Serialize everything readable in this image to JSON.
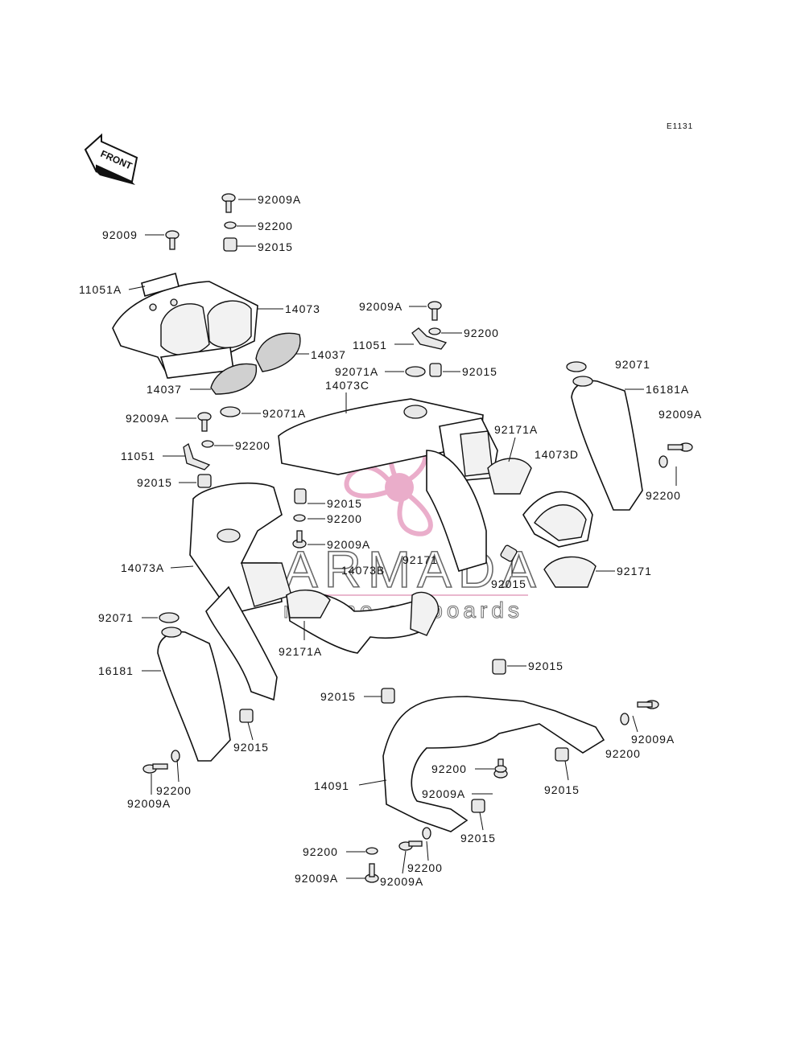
{
  "diagram_code": "E1131",
  "front_arrow": "FRONT",
  "watermark": {
    "brand": "ARMADA",
    "tagline": "marine outboards",
    "accent": "#e8a5c5",
    "line_color": "#e2a0be"
  },
  "labels": [
    "92009A",
    "92200",
    "92015",
    "92009",
    "11051A",
    "14073",
    "14037",
    "14037",
    "92009A",
    "11051",
    "92200",
    "92071A",
    "92015",
    "14073C",
    "92071",
    "16181A",
    "92009A",
    "92071A",
    "92009A",
    "92200",
    "11051",
    "92015",
    "92171A",
    "14073D",
    "92200",
    "92015",
    "92200",
    "92009A",
    "14073A",
    "92171",
    "14073B",
    "92015",
    "92171",
    "92071",
    "92171A",
    "16181",
    "92015",
    "92015",
    "92015",
    "92009A",
    "92200",
    "92200",
    "92009A",
    "92200",
    "92015",
    "14091",
    "92009A",
    "92015",
    "92200",
    "92200",
    "92009A",
    "92009A"
  ]
}
